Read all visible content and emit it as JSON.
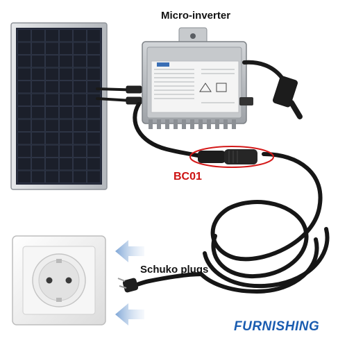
{
  "labels": {
    "micro_inverter": "Micro-inverter",
    "connector": "BC01",
    "plugs": "Schuko plugs",
    "brand": "FURNISHING"
  },
  "colors": {
    "connector_label": "#cc1111",
    "brand": "#1a5cb0",
    "arrow": "#8fb3dd",
    "panel_cell": "#1b1f2a",
    "panel_frame": "#c8cbd0",
    "inverter_body": "#b9bcc0",
    "cable": "#1a1a1a"
  },
  "illustration": {
    "solar_panel": "solar-panel-illustration",
    "micro_inverter": "micro-inverter-illustration",
    "wall_socket": "schuko-wall-socket-illustration",
    "plug": "schuko-plug-illustration",
    "arrows": "left-arrow-icon"
  }
}
